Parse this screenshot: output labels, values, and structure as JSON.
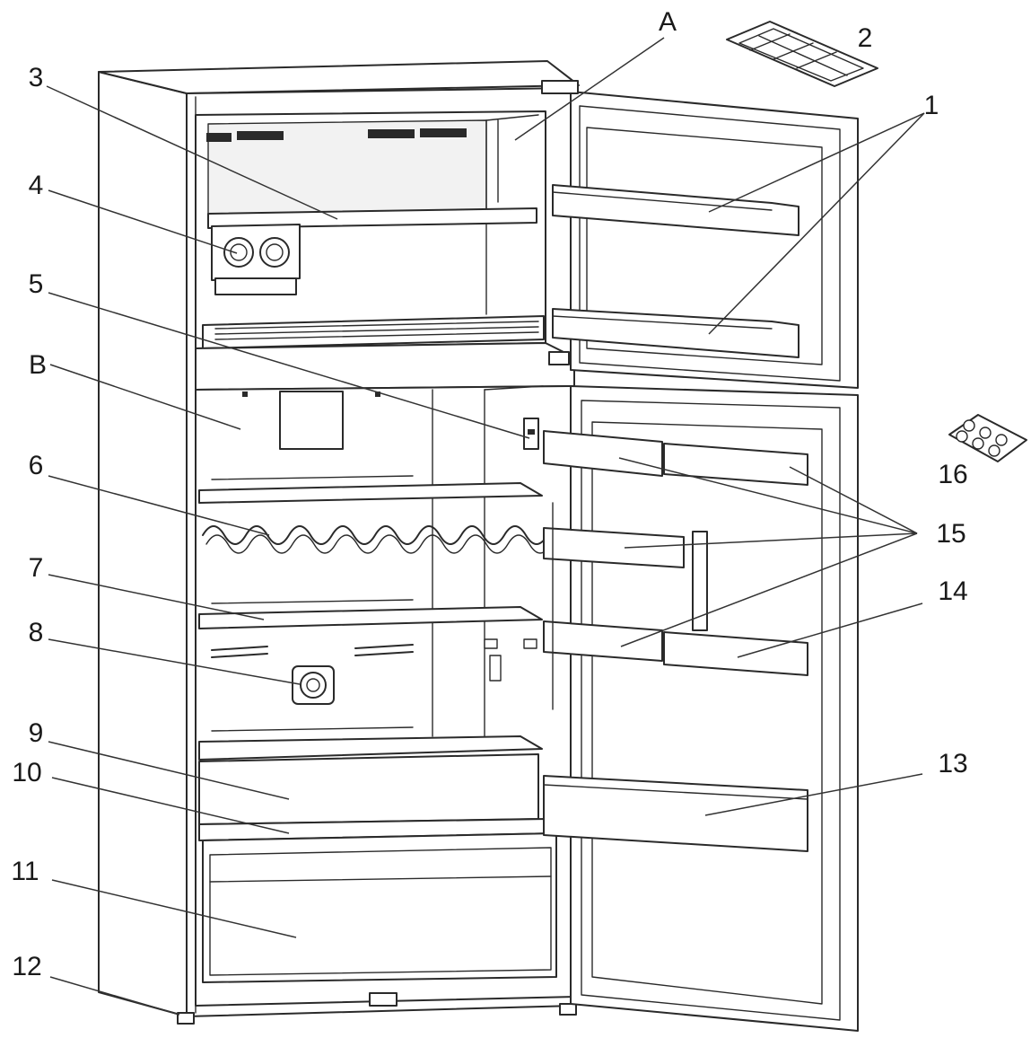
{
  "callouts": {
    "A": "A",
    "n1": "1",
    "n2": "2",
    "n3": "3",
    "n4": "4",
    "n5": "5",
    "B": "B",
    "n6": "6",
    "n7": "7",
    "n8": "8",
    "n9": "9",
    "n10": "10",
    "n11": "11",
    "n12": "12",
    "n13": "13",
    "n14": "14",
    "n15": "15",
    "n16": "16"
  }
}
